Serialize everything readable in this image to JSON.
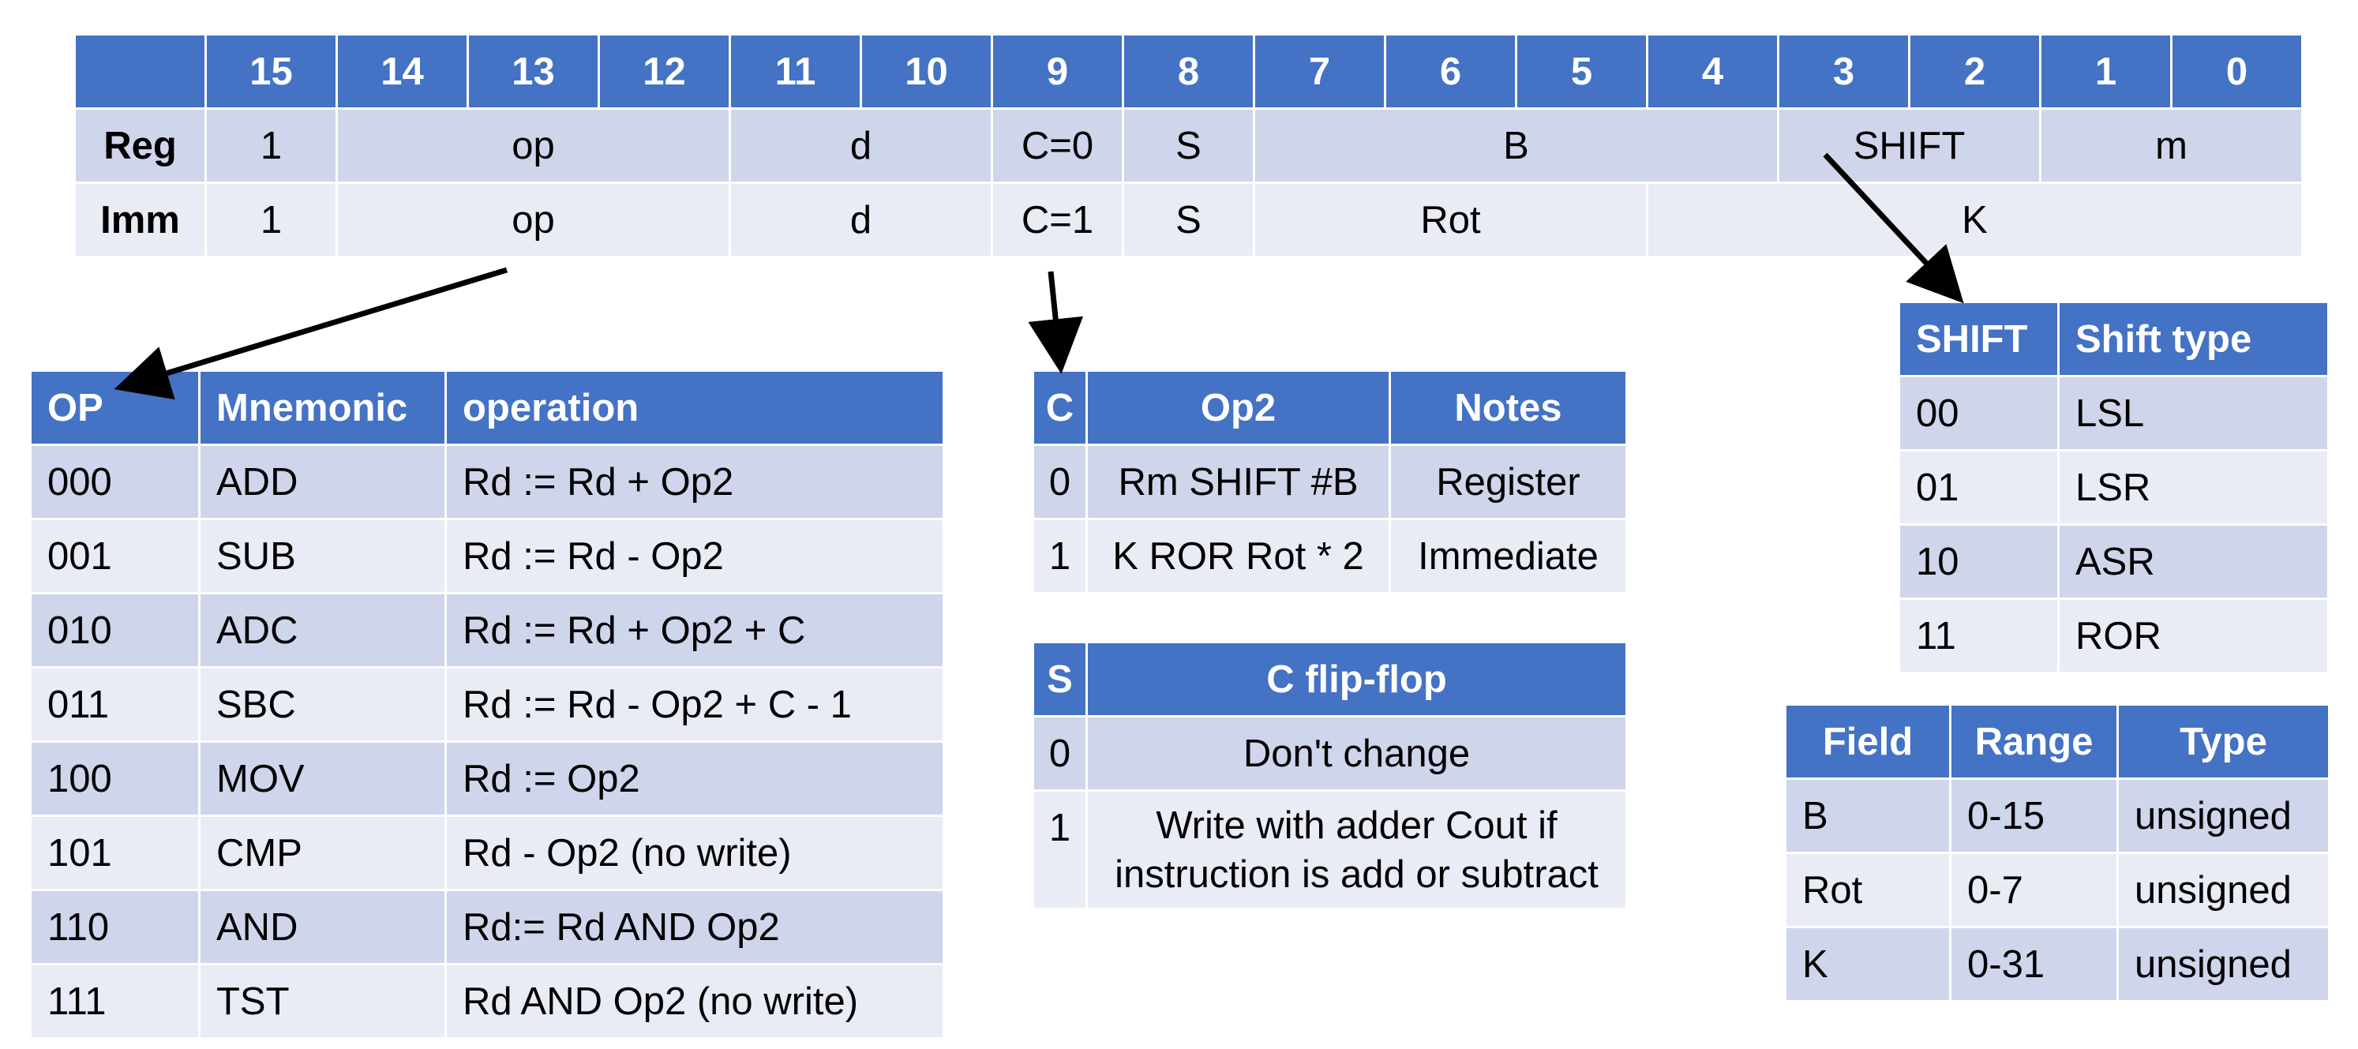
{
  "encoding": {
    "bits": [
      "15",
      "14",
      "13",
      "12",
      "11",
      "10",
      "9",
      "8",
      "7",
      "6",
      "5",
      "4",
      "3",
      "2",
      "1",
      "0"
    ],
    "reg": {
      "label": "Reg",
      "b15": "1",
      "op": "op",
      "d": "d",
      "c": "C=0",
      "s": "S",
      "b": "B",
      "shift": "SHIFT",
      "m": "m"
    },
    "imm": {
      "label": "Imm",
      "b15": "1",
      "op": "op",
      "d": "d",
      "c": "C=1",
      "s": "S",
      "rot": "Rot",
      "k": "K"
    }
  },
  "op_table": {
    "headers": [
      "OP",
      "Mnemonic",
      "operation"
    ],
    "rows": [
      [
        "000",
        "ADD",
        "Rd := Rd + Op2"
      ],
      [
        "001",
        "SUB",
        "Rd := Rd - Op2"
      ],
      [
        "010",
        "ADC",
        "Rd := Rd + Op2 + C"
      ],
      [
        "011",
        "SBC",
        "Rd := Rd - Op2 + C - 1"
      ],
      [
        "100",
        "MOV",
        "Rd := Op2"
      ],
      [
        "101",
        "CMP",
        "Rd - Op2 (no write)"
      ],
      [
        "110",
        "AND",
        "Rd:= Rd AND Op2"
      ],
      [
        "111",
        "TST",
        "Rd AND Op2 (no write)"
      ]
    ]
  },
  "c_table": {
    "headers": [
      "C",
      "Op2",
      "Notes"
    ],
    "rows": [
      [
        "0",
        "Rm SHIFT #B",
        "Register"
      ],
      [
        "1",
        "K ROR Rot * 2",
        "Immediate"
      ]
    ]
  },
  "s_table": {
    "headers": [
      "S",
      "C flip-flop"
    ],
    "rows": [
      [
        "0",
        "Don't change"
      ],
      [
        "1",
        "Write with adder Cout if instruction is add or subtract"
      ]
    ]
  },
  "shift_table": {
    "headers": [
      "SHIFT",
      "Shift type"
    ],
    "rows": [
      [
        "00",
        "LSL"
      ],
      [
        "01",
        "LSR"
      ],
      [
        "10",
        "ASR"
      ],
      [
        "11",
        "ROR"
      ]
    ]
  },
  "field_table": {
    "headers": [
      "Field",
      "Range",
      "Type"
    ],
    "rows": [
      [
        "B",
        "0-15",
        "unsigned"
      ],
      [
        "Rot",
        "0-7",
        "unsigned"
      ],
      [
        "K",
        "0-31",
        "unsigned"
      ]
    ]
  }
}
